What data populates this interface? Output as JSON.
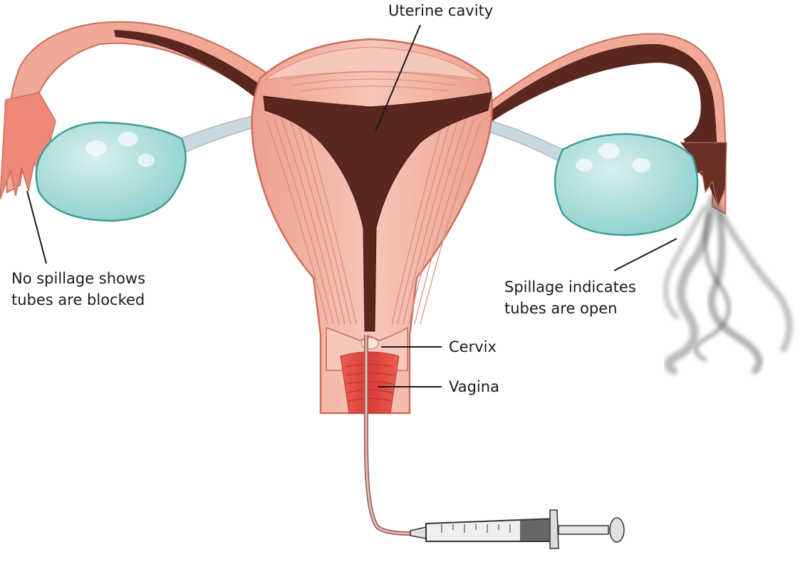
{
  "labels": {
    "uterine_cavity": "Uterine cavity",
    "no_spillage_line1": "No spillage shows",
    "no_spillage_line2": "tubes are blocked",
    "spillage_line1": "Spillage indicates",
    "spillage_line2": "tubes are open",
    "cervix": "Cervix",
    "vagina": "Vagina"
  },
  "colors": {
    "uterus_wall": "#f2b3a3",
    "uterus_wall_dark": "#e8907c",
    "uterus_outline": "#c96f5e",
    "cavity_dye": "#5a2620",
    "ovary_fill": "#a8dcd8",
    "ovary_outline": "#3f9c98",
    "ligament": "#c5d6dc",
    "vagina_canal": "#e8504a",
    "spill_smoke": "#555555",
    "syringe_outline": "#333333"
  }
}
